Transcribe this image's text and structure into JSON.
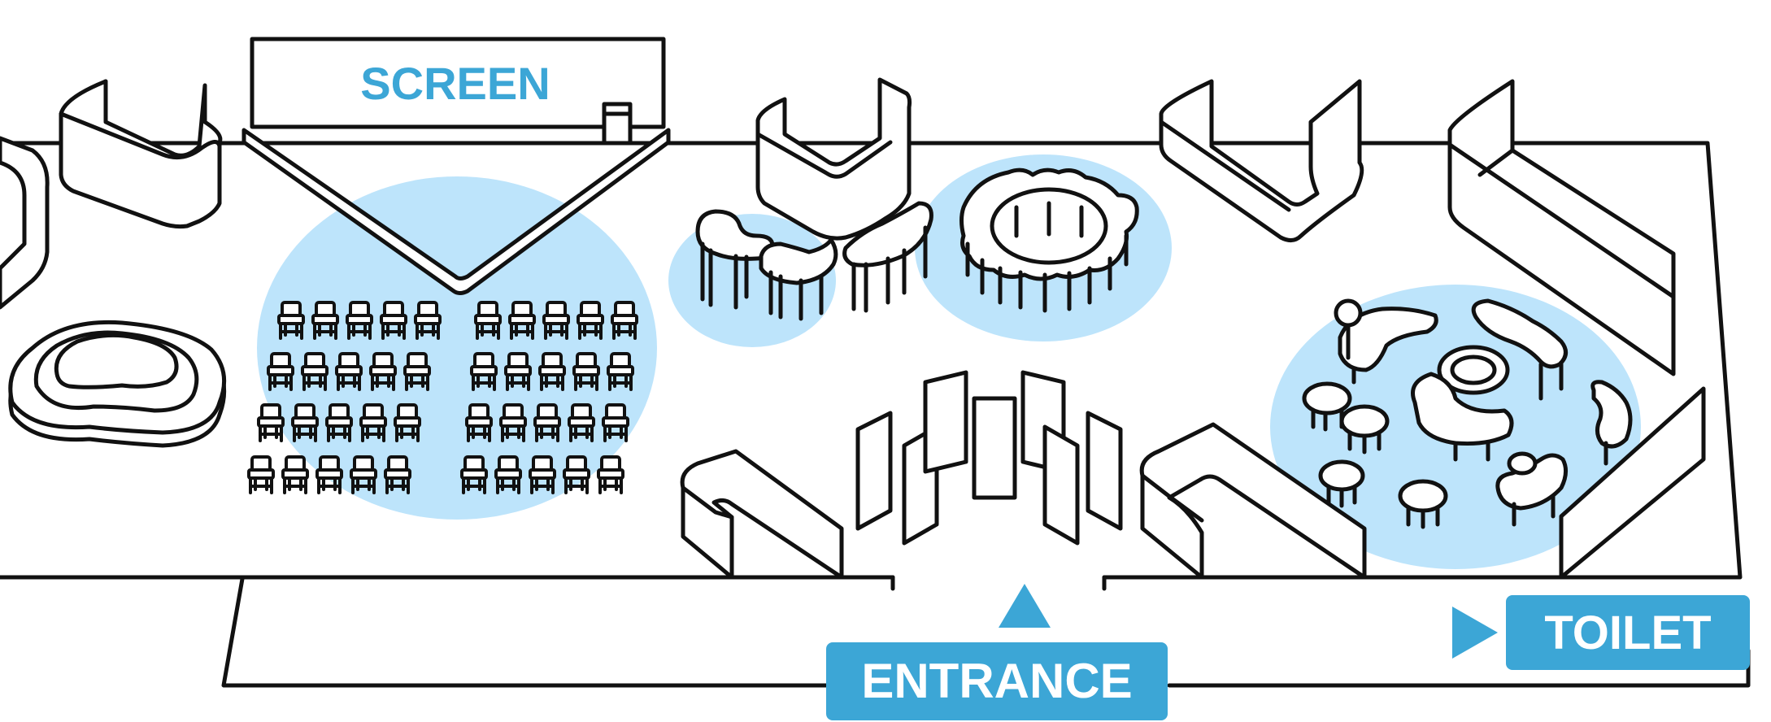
{
  "labels": {
    "screen": "SCREEN",
    "entrance": "ENTRANCE",
    "toilet": "TOILET"
  },
  "colors": {
    "accent": "#3ca6d6",
    "zone": "#bde4fb",
    "line": "#111111",
    "background": "#ffffff",
    "badge_text": "#ffffff"
  },
  "icons": {
    "entrance_arrow": "triangle-up-icon",
    "toilet_arrow": "triangle-right-icon"
  },
  "seating": {
    "rows": 4,
    "chairs_per_block_row": 5,
    "blocks": 2
  }
}
